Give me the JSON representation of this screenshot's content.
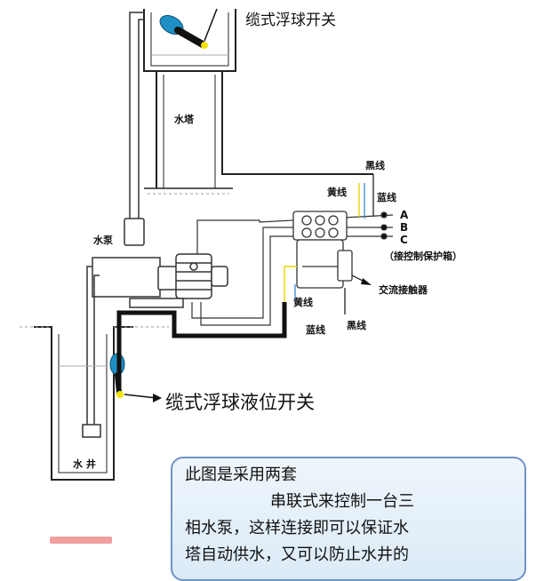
{
  "labels": {
    "float_top": "缆式浮球开关",
    "tower": "水塔",
    "pump": "水泵",
    "float_well": "缆式浮球液位开关",
    "well": "水 井",
    "black_wire_top": "黑线",
    "yellow_wire_top": "黄线",
    "blue_wire_top": "蓝线",
    "phase_a": "A",
    "phase_b": "B",
    "phase_c": "C",
    "control_box": "（接控制保护箱）",
    "contactor": "交流接触器",
    "yellow_wire_bottom": "黄线",
    "blue_wire_bottom": "蓝线",
    "black_wire_bottom": "黑线"
  },
  "note": {
    "line1": "此图是采用两套",
    "line2": "串联式来控制一台三",
    "line3": "相水泵，这样连接即可以保证水",
    "line4": "塔自动供水，又可以防止水井的"
  },
  "colors": {
    "float_body": "#1e8fc4",
    "float_tip": "#f2e20a",
    "wire_yellow": "#e8d400",
    "wire_blue": "#4a8fd8",
    "thick_cable": "#111111",
    "note_border": "#6f93c6"
  }
}
